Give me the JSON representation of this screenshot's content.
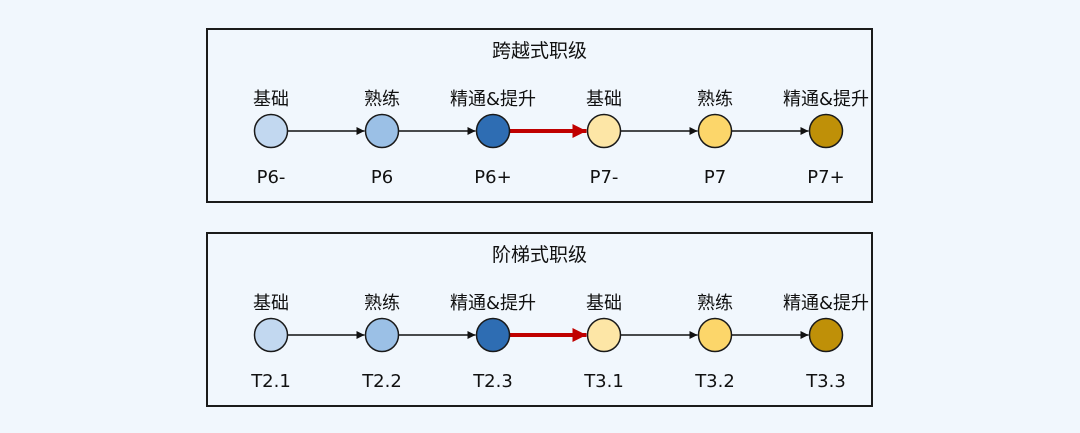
{
  "colors": {
    "level1_basic": "#c2d8f0",
    "level1_skilled": "#9bc0e6",
    "level1_master": "#2e6db3",
    "level2_basic": "#fde6a6",
    "level2_skilled": "#fcd66a",
    "level2_master": "#bf9008",
    "arrow": "#111111",
    "promotion_arrow": "#c00000"
  },
  "panels": [
    {
      "title": "跨越式职级",
      "stages": [
        {
          "stage": "基础",
          "level": "P6-",
          "color_key": "level1_basic"
        },
        {
          "stage": "熟练",
          "level": "P6",
          "color_key": "level1_skilled"
        },
        {
          "stage": "精通&提升",
          "level": "P6+",
          "color_key": "level1_master"
        },
        {
          "stage": "基础",
          "level": "P7-",
          "color_key": "level2_basic"
        },
        {
          "stage": "熟练",
          "level": "P7",
          "color_key": "level2_skilled"
        },
        {
          "stage": "精通&提升",
          "level": "P7+",
          "color_key": "level2_master"
        }
      ],
      "promotion_after_index": 2
    },
    {
      "title": "阶梯式职级",
      "stages": [
        {
          "stage": "基础",
          "level": "T2.1",
          "color_key": "level1_basic"
        },
        {
          "stage": "熟练",
          "level": "T2.2",
          "color_key": "level1_skilled"
        },
        {
          "stage": "精通&提升",
          "level": "T2.3",
          "color_key": "level1_master"
        },
        {
          "stage": "基础",
          "level": "T3.1",
          "color_key": "level2_basic"
        },
        {
          "stage": "熟练",
          "level": "T3.2",
          "color_key": "level2_skilled"
        },
        {
          "stage": "精通&提升",
          "level": "T3.3",
          "color_key": "level2_master"
        }
      ],
      "promotion_after_index": 2
    }
  ]
}
